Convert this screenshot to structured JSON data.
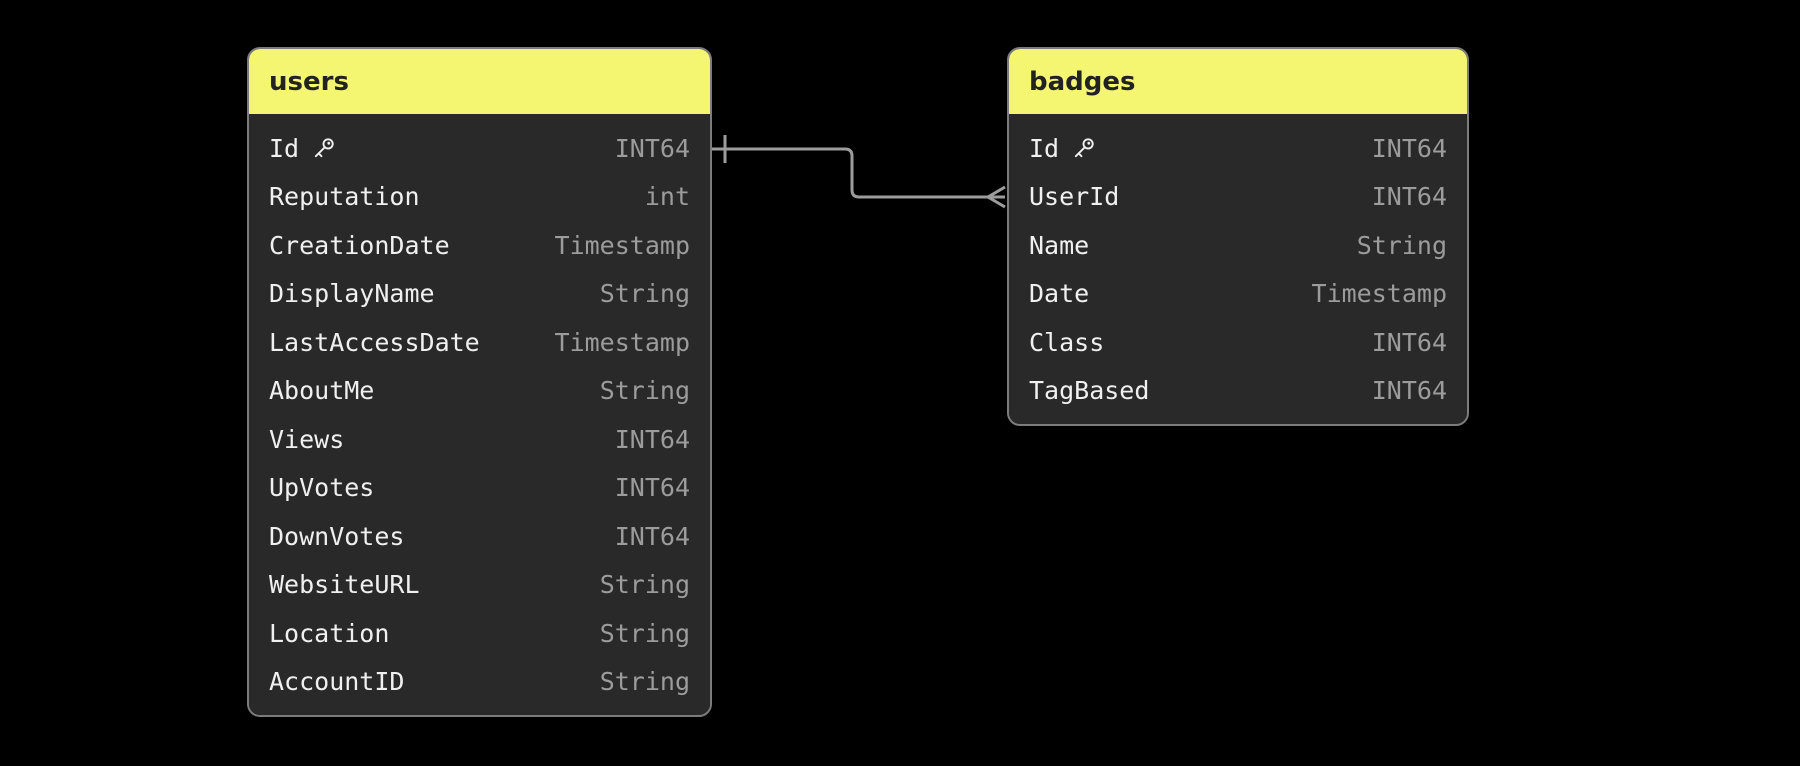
{
  "diagram": {
    "tables": [
      {
        "name": "users",
        "fields": [
          {
            "name": "Id",
            "type": "INT64",
            "primary_key": true,
            "icon": "key-icon"
          },
          {
            "name": "Reputation",
            "type": "int",
            "primary_key": false
          },
          {
            "name": "CreationDate",
            "type": "Timestamp",
            "primary_key": false
          },
          {
            "name": "DisplayName",
            "type": "String",
            "primary_key": false
          },
          {
            "name": "LastAccessDate",
            "type": "Timestamp",
            "primary_key": false
          },
          {
            "name": "AboutMe",
            "type": "String",
            "primary_key": false
          },
          {
            "name": "Views",
            "type": "INT64",
            "primary_key": false
          },
          {
            "name": "UpVotes",
            "type": "INT64",
            "primary_key": false
          },
          {
            "name": "DownVotes",
            "type": "INT64",
            "primary_key": false
          },
          {
            "name": "WebsiteURL",
            "type": "String",
            "primary_key": false
          },
          {
            "name": "Location",
            "type": "String",
            "primary_key": false
          },
          {
            "name": "AccountID",
            "type": "String",
            "primary_key": false
          }
        ]
      },
      {
        "name": "badges",
        "fields": [
          {
            "name": "Id",
            "type": "INT64",
            "primary_key": true,
            "icon": "key-icon"
          },
          {
            "name": "UserId",
            "type": "INT64",
            "primary_key": false
          },
          {
            "name": "Name",
            "type": "String",
            "primary_key": false
          },
          {
            "name": "Date",
            "type": "Timestamp",
            "primary_key": false
          },
          {
            "name": "Class",
            "type": "INT64",
            "primary_key": false
          },
          {
            "name": "TagBased",
            "type": "INT64",
            "primary_key": false
          }
        ]
      }
    ],
    "relationship": {
      "from_table": "users",
      "from_field": "Id",
      "from_cardinality": "one",
      "to_table": "badges",
      "to_field": "UserId",
      "to_cardinality": "many"
    },
    "colors": {
      "canvas_background": "#000000",
      "header_fill": "#f4f571",
      "header_text": "#222222",
      "table_body": "#292929",
      "table_border": "#7c7c7c",
      "field_text": "#f0f0f0",
      "type_text": "#9c9c9c",
      "relationship_line": "#9c9c9c"
    }
  }
}
